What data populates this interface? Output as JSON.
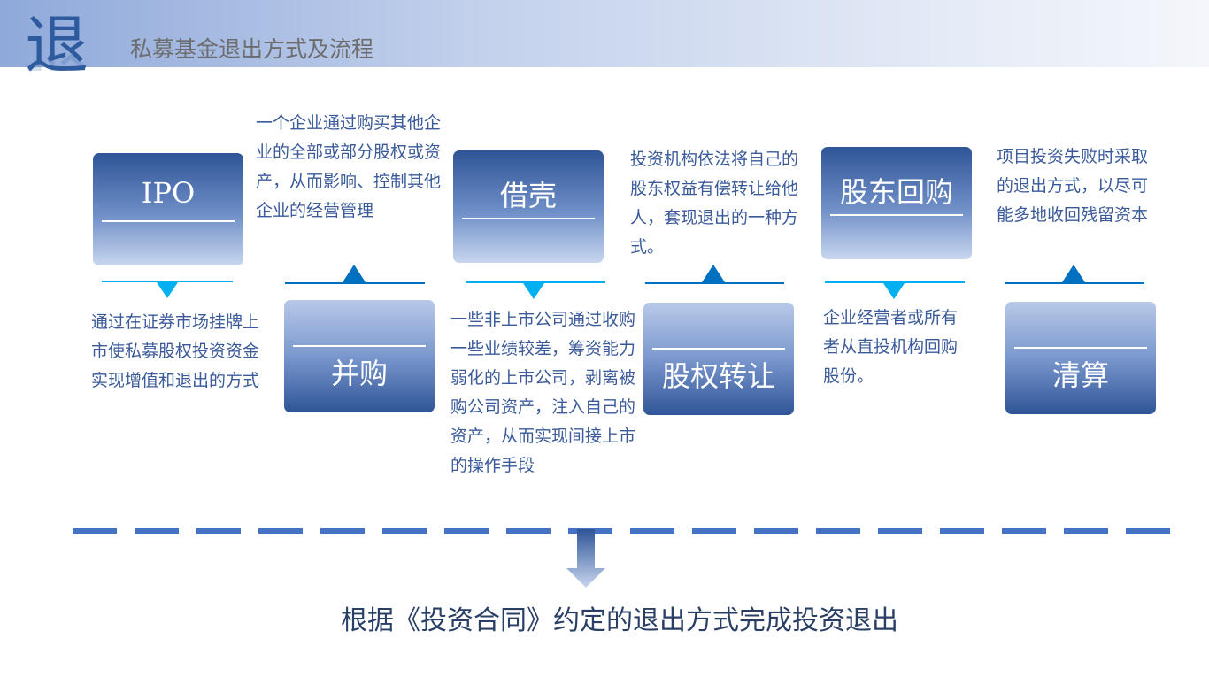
{
  "header": {
    "icon_char": "退",
    "title": "私募基金退出方式及流程"
  },
  "steps": [
    {
      "label": "IPO",
      "desc": "通过在证券市场挂牌上市使私募股权投资资金实现增值和退出的方式"
    },
    {
      "label": "并购",
      "desc": "一个企业通过购买其他企业的全部或部分股权或资产，从而影响、控制其他企业的经营管理"
    },
    {
      "label": "借壳",
      "desc": "一些非上市公司通过收购一些业绩较差，筹资能力弱化的上市公司，剥离被购公司资产，注入自己的资产，从而实现间接上市的操作手段"
    },
    {
      "label": "股权转让",
      "desc": "投资机构依法将自己的股东权益有偿转让给他人，套现退出的一种方式。"
    },
    {
      "label": "股东回购",
      "desc": "企业经营者或所有者从直投机构回购股份。"
    },
    {
      "label": "清算",
      "desc": "项目投资失败时采取的退出方式，以尽可能多地收回残留资本"
    }
  ],
  "conclusion": "根据《投资合同》约定的退出方式完成投资退出",
  "colors": {
    "box_dark": "#2f5597",
    "box_light": "#c8d6ef",
    "down_arrow": "#00b0f0",
    "up_arrow": "#0070c0",
    "dash": "#4472c4"
  }
}
